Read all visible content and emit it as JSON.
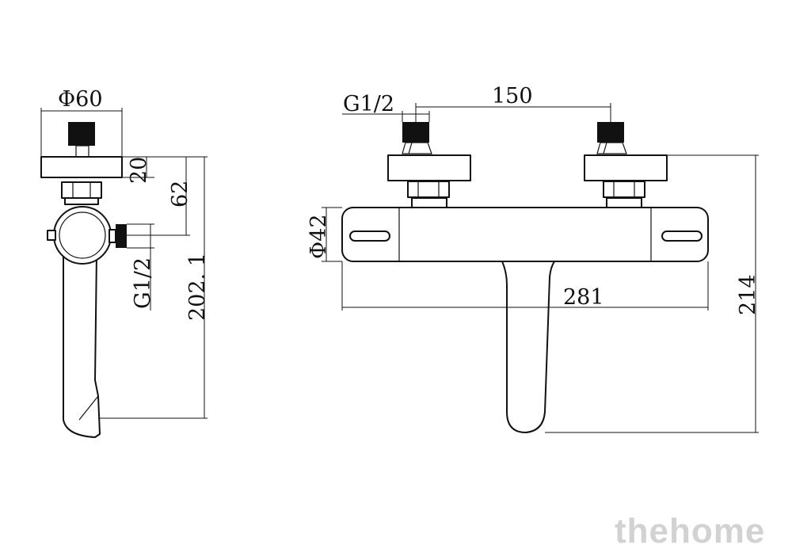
{
  "side_view": {
    "diameter_label": "Φ60",
    "flange_height_label": "20",
    "inlet_offset_label": "62",
    "inlet_thread_label": "G1/2",
    "total_height_label": "202. 1"
  },
  "front_view": {
    "thread_label": "G1/2",
    "inlet_spacing_label": "150",
    "body_diameter_label": "Φ42",
    "body_length_label": "281",
    "total_height_label": "214"
  },
  "watermark": "thehome"
}
